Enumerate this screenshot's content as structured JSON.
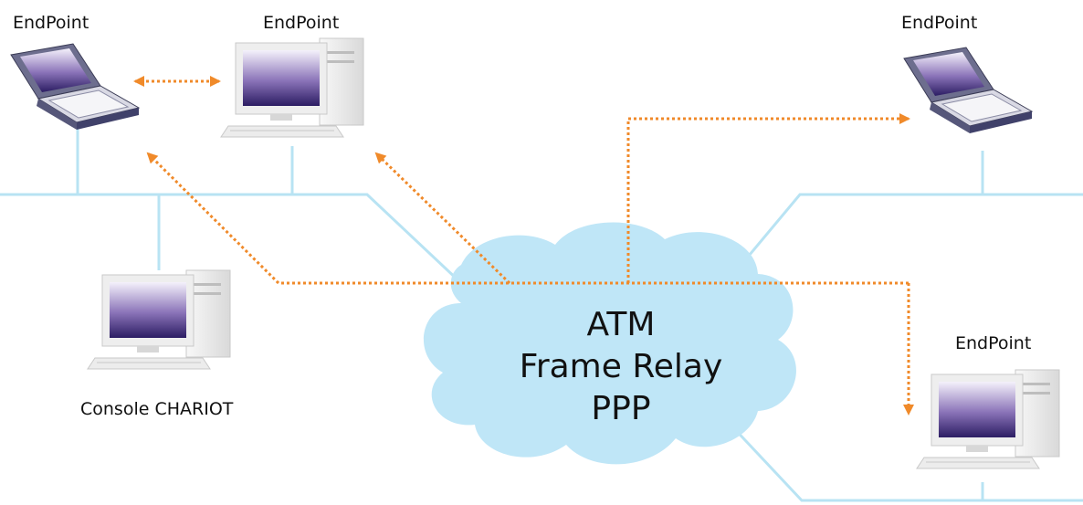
{
  "labels": {
    "endpoint_top_left": "EndPoint",
    "endpoint_top_center": "EndPoint",
    "endpoint_top_right": "EndPoint",
    "endpoint_bottom_right": "EndPoint",
    "console": "Console CHARIOT"
  },
  "cloud": {
    "line1": "ATM",
    "line2": "Frame Relay",
    "line3": "PPP"
  },
  "colors": {
    "network_line": "#b8e3f3",
    "cloud_fill": "#bfe6f7",
    "flow_arrow": "#f08a2a"
  }
}
